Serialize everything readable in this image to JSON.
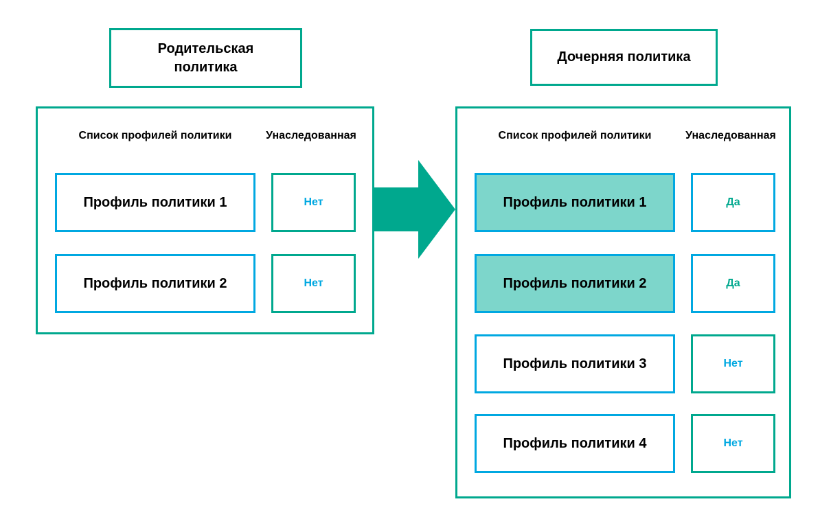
{
  "colors": {
    "teal": "#00A88E",
    "cyan": "#00A8E1",
    "highlight": "#7DD6CB"
  },
  "parent_policy": {
    "title": "Родительская политика",
    "columns": {
      "profiles": "Список профилей политики",
      "inherited": "Унаследованная"
    },
    "rows": [
      {
        "label": "Профиль политики 1",
        "inherited": "Нет",
        "highlighted": false
      },
      {
        "label": "Профиль политики 2",
        "inherited": "Нет",
        "highlighted": false
      }
    ]
  },
  "child_policy": {
    "title": "Дочерняя политика",
    "columns": {
      "profiles": "Список профилей политики",
      "inherited": "Унаследованная"
    },
    "rows": [
      {
        "label": "Профиль политики 1",
        "inherited": "Да",
        "highlighted": true
      },
      {
        "label": "Профиль политики 2",
        "inherited": "Да",
        "highlighted": true
      },
      {
        "label": "Профиль политики 3",
        "inherited": "Нет",
        "highlighted": false
      },
      {
        "label": "Профиль политики 4",
        "inherited": "Нет",
        "highlighted": false
      }
    ]
  },
  "arrow": {
    "meaning": "inheritance-from-parent-to-child",
    "direction": "right"
  }
}
